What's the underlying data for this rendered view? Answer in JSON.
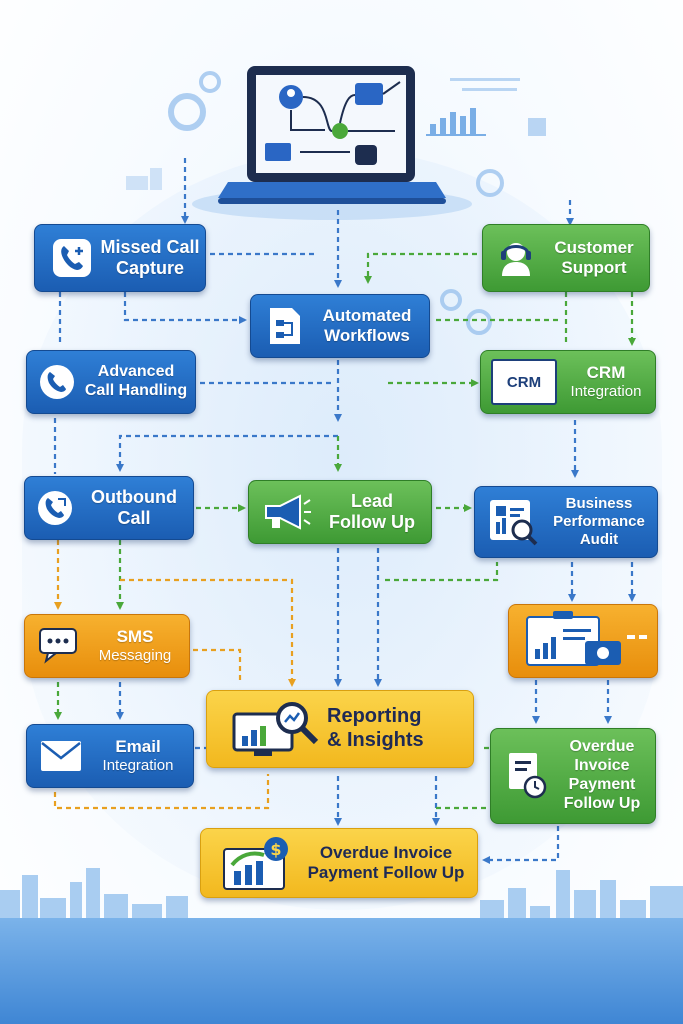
{
  "nodes": {
    "missed_call": {
      "line1": "Missed Call",
      "line2": "Capture"
    },
    "customer_support": {
      "line1": "Customer",
      "line2": "Support"
    },
    "automated_workflows": {
      "line1": "Automated",
      "line2": "Workflows"
    },
    "advanced_call": {
      "line1": "Advanced",
      "line2": "Call Handling"
    },
    "crm": {
      "icon_text": "CRM",
      "line1": "CRM",
      "line2": "Integration"
    },
    "outbound_call": {
      "line1": "Outbound",
      "line2": "Call"
    },
    "lead_follow_up": {
      "line1": "Lead",
      "line2": "Follow Up"
    },
    "business_audit": {
      "line1": "Business",
      "line2": "Performance",
      "line3": "Audit"
    },
    "sms": {
      "line1": "SMS",
      "line2": "Messaging"
    },
    "reporting": {
      "line1": "Reporting",
      "line2": "& Insights"
    },
    "email": {
      "line1": "Email",
      "line2": "Integration"
    },
    "overdue_invoice_right": {
      "line1": "Overdue",
      "line2": "Invoice",
      "line3": "Payment",
      "line4": "Follow Up"
    },
    "overdue_invoice_bottom": {
      "line1": "Overdue Invoice",
      "line2": "Payment Follow Up"
    }
  },
  "colors": {
    "blue": "#1b5db2",
    "green": "#3e9a34",
    "orange": "#e88e0c",
    "yellow": "#f2b81e",
    "connector_blue": "#3a78c9",
    "connector_green": "#4aa83a",
    "connector_orange": "#e8a020"
  }
}
